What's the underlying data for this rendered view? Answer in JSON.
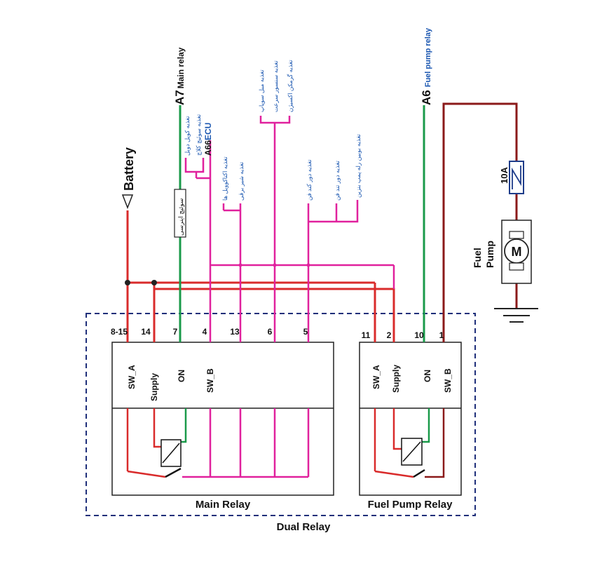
{
  "colors": {
    "red": "#d92b2b",
    "green": "#1a9a4a",
    "magenta": "#e0219d",
    "darkred": "#8b1a1a",
    "blue": "#1f3d8a",
    "label_blue": "#1a56b0",
    "black": "#111111",
    "frame": "#1f2f7a"
  },
  "battery": {
    "label": "Battery"
  },
  "connectors": {
    "a7": {
      "code": "A7",
      "label": "Main relay"
    },
    "a6": {
      "code": "A6",
      "label": "Fuel pump relay"
    },
    "a66": {
      "code": "A66",
      "suffix": "ECU"
    }
  },
  "main_relay": {
    "title": "Main Relay",
    "pins": [
      "8-15",
      "14",
      "7",
      "4",
      "13",
      "6",
      "5"
    ],
    "terminals": {
      "sw_a": "SW_A",
      "supply": "Supply",
      "on": "ON",
      "sw_b": "SW_B"
    }
  },
  "fuel_pump_relay": {
    "title": "Fuel Pump Relay",
    "pins": [
      "11",
      "2",
      "10",
      "1"
    ],
    "terminals": {
      "sw_a": "SW_A",
      "supply": "Supply",
      "on": "ON",
      "sw_b": "SW_B"
    }
  },
  "dual_relay": {
    "title": "Dual Relay"
  },
  "switch_box": {
    "label": "سوئیچ اینرسی"
  },
  "fuse": {
    "label": "10A"
  },
  "fuel_pump": {
    "line1": "Fuel",
    "line2": "Pump",
    "motor": "M"
  },
  "feeds": [
    "تغذیه کویل دوبل",
    "تغذیه سوئیچ کلاچ",
    "تغذیه اکتاکوویل ها",
    "تغذیه شیر برقی",
    "تغذیه مبل سوپاپ",
    "تغذیه سنسور سرعت",
    "تغذیه گرمکن اکسیژن",
    "تغذیه دور کند فن",
    "تغذیه دور تند فن",
    "تغذیه بوبین رله پمپ بنزین"
  ]
}
